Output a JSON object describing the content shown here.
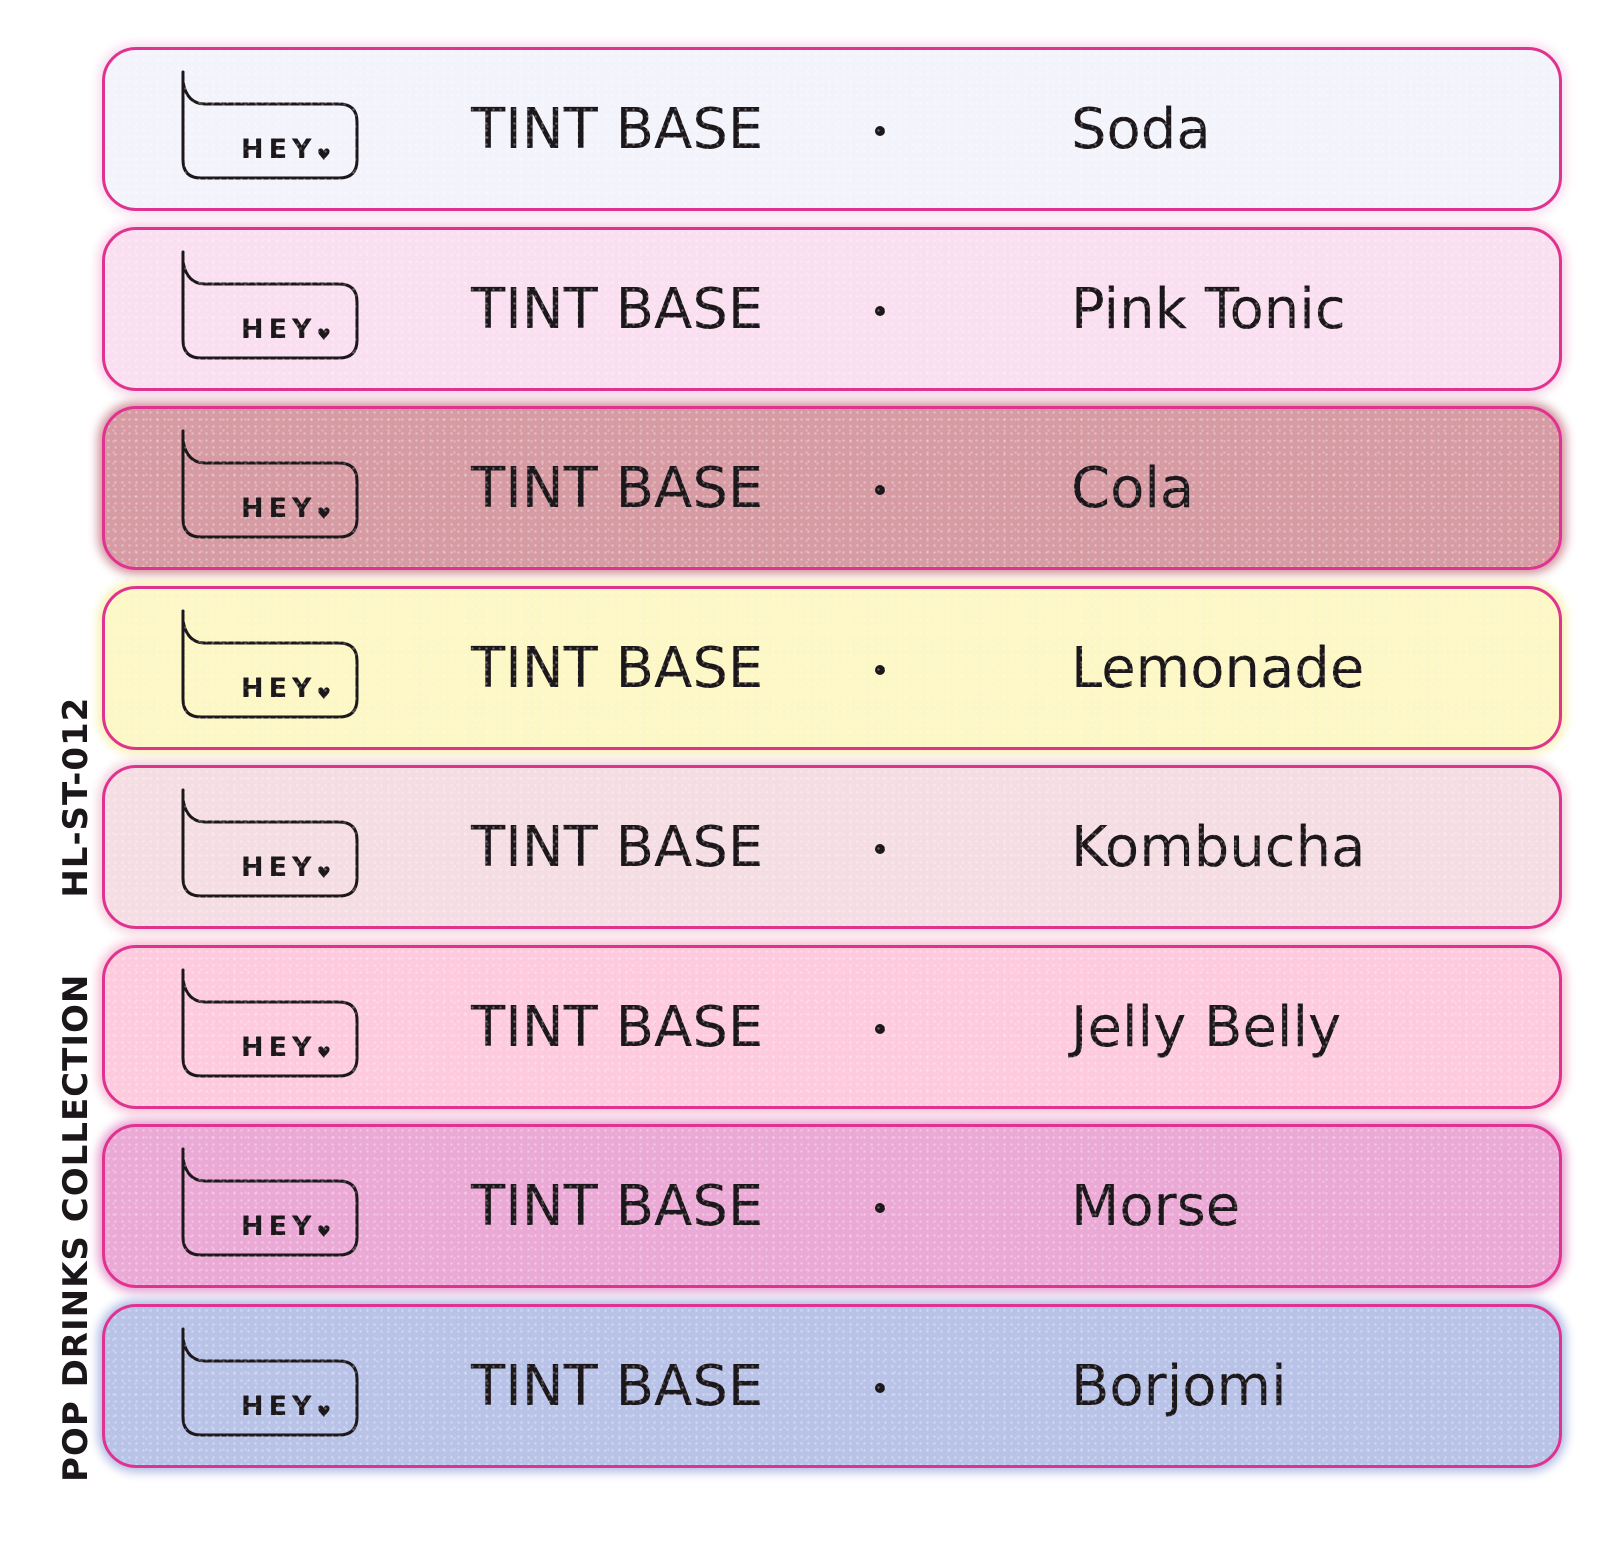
{
  "side_label": {
    "collection": "POP DRINKS COLLECTION",
    "code": "HL-ST-012"
  },
  "logo_text": "HEY",
  "rows": [
    {
      "base": "TINT BASE",
      "separator": "•",
      "shade": "Soda",
      "color": "#f3f3fb",
      "glow": "#f6dff0"
    },
    {
      "base": "TINT BASE",
      "separator": "•",
      "shade": "Pink Tonic",
      "color": "#f9dff0",
      "glow": "#f7cfe6"
    },
    {
      "base": "TINT BASE",
      "separator": "•",
      "shade": "Cola",
      "color": "#d79ba4",
      "glow": "#d08f9a"
    },
    {
      "base": "TINT BASE",
      "separator": "•",
      "shade": "Lemonade",
      "color": "#fcf7c4",
      "glow": "#f8f0b0"
    },
    {
      "base": "TINT BASE",
      "separator": "•",
      "shade": "Kombucha",
      "color": "#f5dde4",
      "glow": "#f2cfda"
    },
    {
      "base": "TINT BASE",
      "separator": "•",
      "shade": "Jelly Belly",
      "color": "#fdcbdd",
      "glow": "#f7bcd2"
    },
    {
      "base": "TINT BASE",
      "separator": "•",
      "shade": "Morse",
      "color": "#eba9d6",
      "glow": "#e59bce"
    },
    {
      "base": "TINT BASE",
      "separator": "•",
      "shade": "Borjomi",
      "color": "#b9c3e8",
      "glow": "#aeb9e4"
    }
  ]
}
